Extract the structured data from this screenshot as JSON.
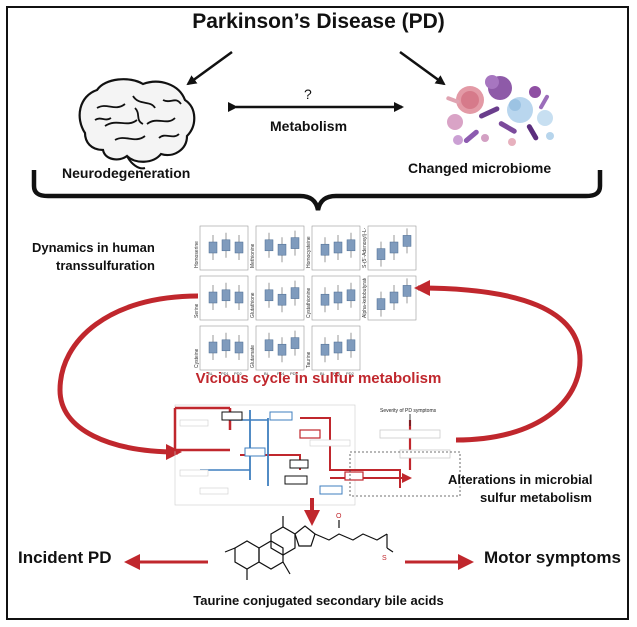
{
  "title": "Parkinson’s Disease (PD)",
  "left_branch": "Neurodegeneration",
  "right_branch": "Changed microbiome",
  "link_question": "?",
  "link_label": "Metabolism",
  "dynamics_line1": "Dynamics in human",
  "dynamics_line2": "transsulfuration",
  "cycle_label": "Vicious cycle in sulfur metabolism",
  "alterations_line1": "Alterations in microbial",
  "alterations_line2": "sulfur metabolism",
  "outcome_left": "Incident PD",
  "outcome_right": "Motor symptoms",
  "bile_acids": "Taurine conjugated secondary bile acids",
  "network_caption": "Severity of PD symptoms",
  "colors": {
    "cycle_red": "#c0272d",
    "box_blue": "#7f9bbd",
    "network_blue": "#3f7fbf"
  },
  "panel_plots": [
    {
      "ylabel": "Homoserine"
    },
    {
      "ylabel": "Methionine"
    },
    {
      "ylabel": "Homocysteine"
    },
    {
      "ylabel": "S-(5'-Adenosyl)-L-homocysteine"
    },
    {
      "ylabel": "Serine"
    },
    {
      "ylabel": "Glutathione"
    },
    {
      "ylabel": "Cystathionine"
    },
    {
      "ylabel": "Alpha-ketobutyrate"
    },
    {
      "ylabel": "Cysteine"
    },
    {
      "ylabel": "Glutamate"
    },
    {
      "ylabel": "Taurine"
    }
  ],
  "group_ticks": [
    "BL",
    "PD1",
    "PD2"
  ]
}
